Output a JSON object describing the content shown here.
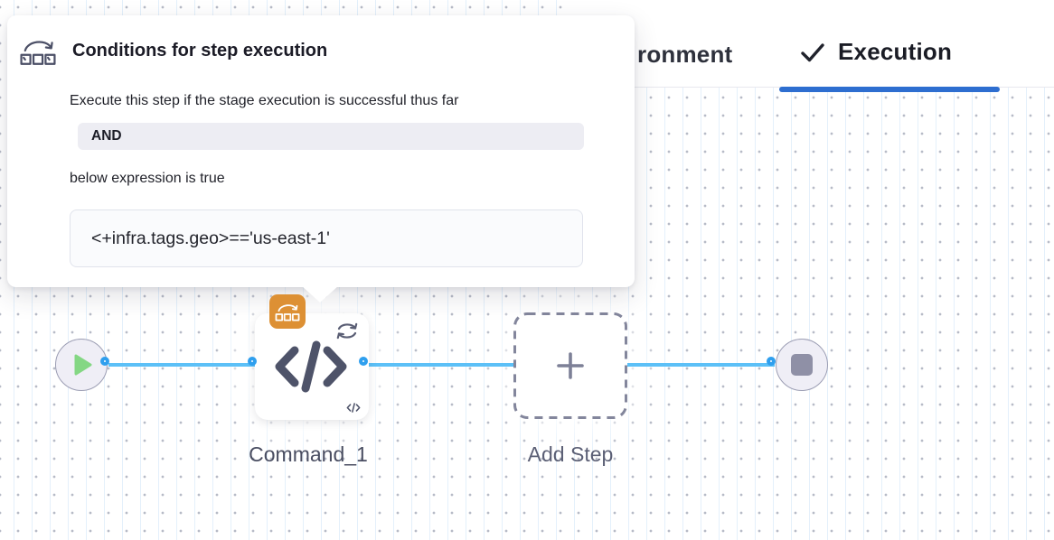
{
  "popover": {
    "icon": "conditional-execution-icon",
    "title": "Conditions for step execution",
    "description": "Execute this step if the stage execution is successful thus far",
    "operator": "AND",
    "expression_intro": "below expression is true",
    "expression": "<+infra.tags.geo>=='us-east-1'"
  },
  "header": {
    "tabs": [
      {
        "label": "ronment",
        "active": false
      },
      {
        "label": "Execution",
        "active": true,
        "icon": "checkmark-icon"
      }
    ],
    "active_tab_color": "#2e6ed0"
  },
  "pipeline": {
    "start": {
      "icon": "play-icon",
      "color": "#84d784"
    },
    "steps": [
      {
        "label": "Command_1",
        "icon": "code-icon",
        "decorators": [
          "conditional-execution-badge-icon",
          "loop-icon",
          "code-mini-icon"
        ],
        "badge_color": "#dd9034"
      },
      {
        "label": "Add Step",
        "icon": "plus-icon"
      }
    ],
    "end": {
      "icon": "stop-icon",
      "color": "#8f90a6"
    },
    "connector_line_color": "#5cc0f7",
    "port_color": "#2f9fee"
  }
}
